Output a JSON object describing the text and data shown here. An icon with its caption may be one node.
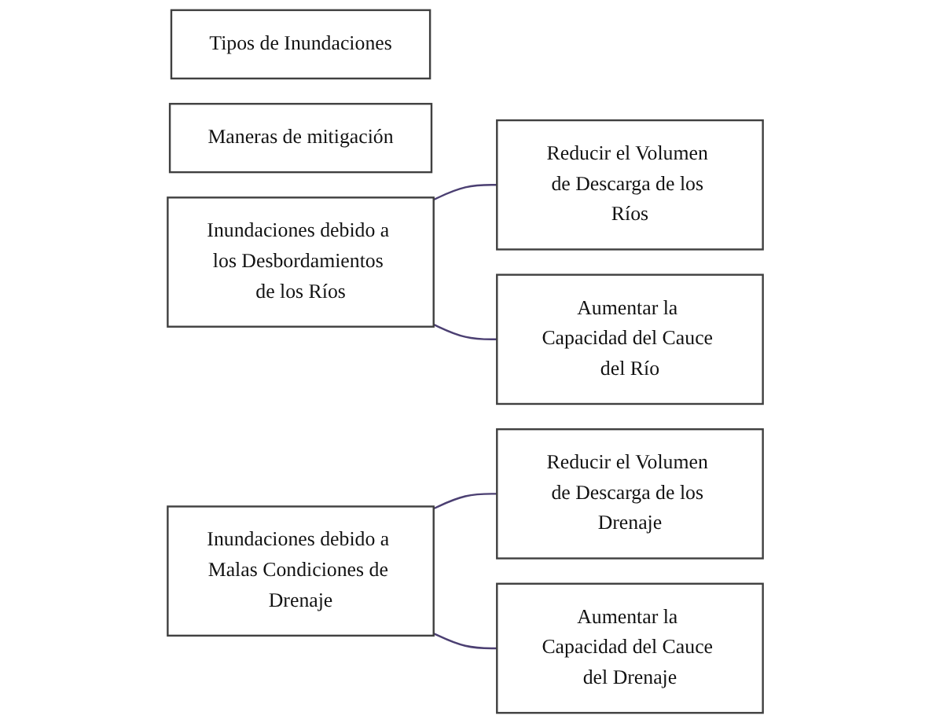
{
  "diagram": {
    "nodes": [
      {
        "text": [
          "Tipos de Inundaciones"
        ]
      },
      {
        "text": [
          "Maneras de mitigación"
        ]
      },
      {
        "text": [
          "Inundaciones debido a los Desbordamientos de los Ríos"
        ]
      },
      {
        "text": [
          "Reducir el Volumen de Descarga de los Ríos"
        ]
      },
      {
        "text": [
          "Aumentar la Capacidad del Cauce del Río"
        ]
      },
      {
        "text": [
          "Inundaciones debido a Malas Condiciones de Drenaje"
        ]
      },
      {
        "text": [
          "Reducir el Volumen de Descarga de los Drenaje"
        ]
      },
      {
        "text": [
          "Aumentar la Capacidad del Cauce del Drenaje"
        ]
      }
    ],
    "edges": [
      {
        "from": 2,
        "to": 3,
        "arrow": "none"
      },
      {
        "from": 2,
        "to": 4,
        "arrow": "none"
      },
      {
        "from": 5,
        "to": 6,
        "arrow": "none"
      },
      {
        "from": 5,
        "to": 7,
        "arrow": "none"
      }
    ]
  }
}
